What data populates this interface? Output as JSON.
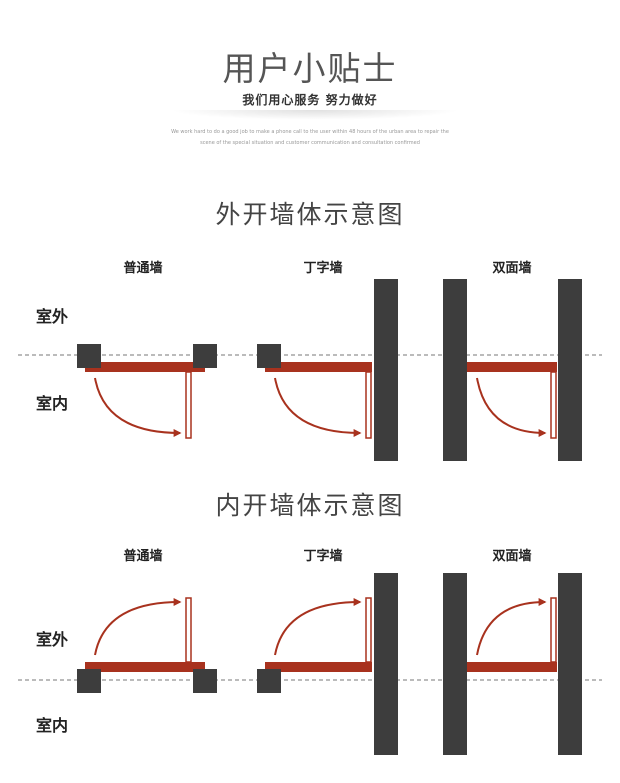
{
  "header": {
    "title": "用户小贴士",
    "subtitle": "我们用心服务  努力做好",
    "english_line1": "We work hard to do a good job to make a phone call to the user within 48 hours of the urban area to repair the",
    "english_line2": "scene of the special situation and customer communication and consultation confirmed"
  },
  "sections": [
    {
      "title": "外开墙体示意图",
      "columns": [
        "普通墙",
        "丁字墙",
        "双面墙"
      ],
      "outside_label": "室外",
      "inside_label": "室内",
      "direction": "outward"
    },
    {
      "title": "内开墙体示意图",
      "columns": [
        "普通墙",
        "丁字墙",
        "双面墙"
      ],
      "outside_label": "室外",
      "inside_label": "室内",
      "direction": "inward"
    }
  ],
  "colors": {
    "wall": "#3d3d3d",
    "door": "#a8321e",
    "dash": "#777777"
  }
}
